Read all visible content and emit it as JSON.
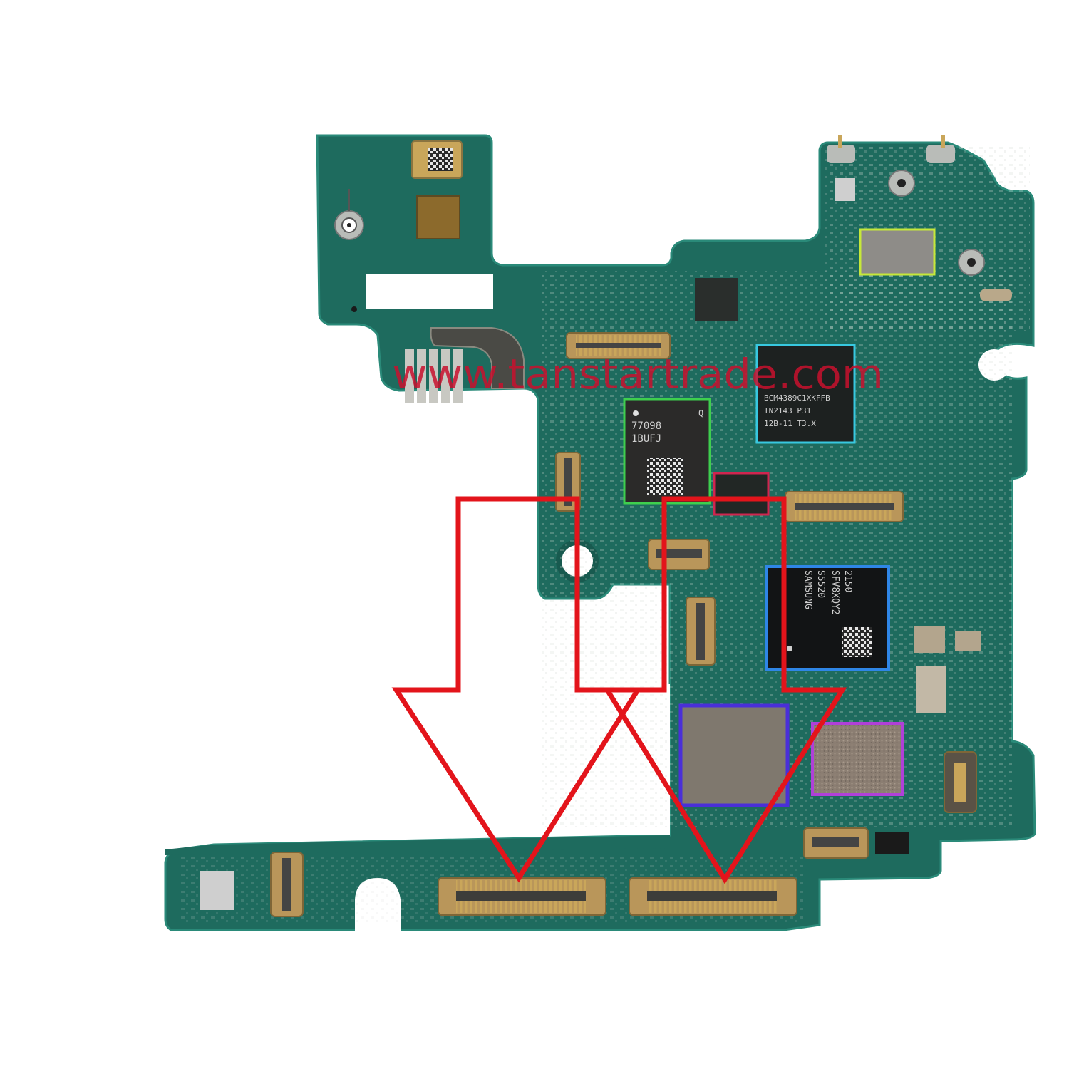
{
  "image": {
    "subject": "Smartphone mainboard (PCB) with highlighted components",
    "background_color": "#ffffff",
    "board_color": "#1e6b5e",
    "board_edge_color": "#2a8a79"
  },
  "watermark": {
    "text": "www.tanstartrade.com",
    "color": "#c8102e"
  },
  "chips": [
    {
      "id": "rf-module",
      "box_color": "#3ecf4e",
      "lines": [
        "77098",
        "1BUFJ"
      ],
      "corner_mark": "Q"
    },
    {
      "id": "wifi-bt-chip",
      "box_color": "#38c8e0",
      "lines": [
        "BCM4389C1XKFFB",
        "TN2143 P31",
        "12B-11 T3.X"
      ]
    },
    {
      "id": "storage-chip",
      "box_color": "#2f86e6",
      "lines": [
        "SAMSUNG",
        "S5520",
        "SFV8XQY2",
        "2150"
      ]
    },
    {
      "id": "small-ic",
      "box_color": "#d0254f",
      "lines": []
    },
    {
      "id": "top-right-shield-ic",
      "box_color": "#c6e83a",
      "lines": []
    },
    {
      "id": "cpu-shield",
      "box_color": "#4a2fd8",
      "lines": []
    },
    {
      "id": "pmic-shield",
      "box_color": "#b040d8",
      "lines": []
    }
  ],
  "annotations": {
    "arrow_color": "#e3141b",
    "arrows": [
      {
        "id": "arrow-left",
        "target": "bottom-connector-left"
      },
      {
        "id": "arrow-right",
        "target": "bottom-connector-right"
      }
    ]
  },
  "connectors": [
    {
      "id": "bottom-connector-left"
    },
    {
      "id": "bottom-connector-right"
    },
    {
      "id": "top-connector"
    },
    {
      "id": "mid-right-connector"
    }
  ],
  "redaction": {
    "color": "#ffffff"
  }
}
